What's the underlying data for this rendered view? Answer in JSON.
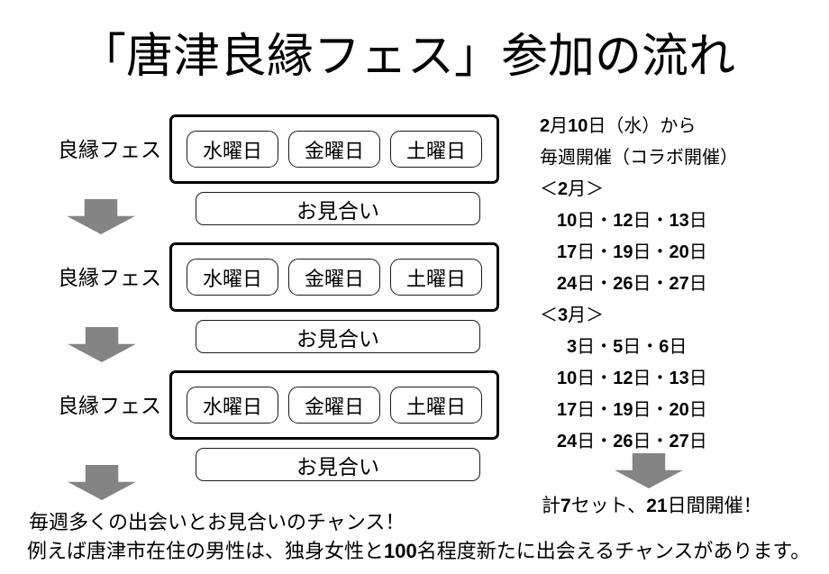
{
  "title": "「唐津良縁フェス」参加の流れ",
  "flow": {
    "blocks": [
      {
        "label": "良縁フェス",
        "days": [
          "水曜日",
          "金曜日",
          "土曜日"
        ],
        "matchmaking_label": "お見合い"
      },
      {
        "label": "良縁フェス",
        "days": [
          "水曜日",
          "金曜日",
          "土曜日"
        ],
        "matchmaking_label": "お見合い"
      },
      {
        "label": "良縁フェス",
        "days": [
          "水曜日",
          "金曜日",
          "土曜日"
        ],
        "matchmaking_label": "お見合い"
      }
    ]
  },
  "schedule": {
    "start_note": "2月10日（水）から",
    "frequency_note": "毎週開催（コラボ開催）",
    "feb_header": "＜2月＞",
    "feb_dates": [
      "10日・12日・13日",
      "17日・19日・20日",
      "24日・26日・27日"
    ],
    "mar_header": "＜3月＞",
    "mar_dates": [
      "3日・5日・6日",
      "10日・12日・13日",
      "17日・19日・20日",
      "24日・26日・27日"
    ],
    "total_note": "計7セット、21日間開催！"
  },
  "conclusion": {
    "line1": "毎週多くの出会いとお見合いのチャンス！",
    "line2": "例えば唐津市在住の男性は、独身女性と100名程度新たに出会えるチャンスがあります。"
  },
  "icons": {
    "down_arrow": "block-arrow-down"
  },
  "colors": {
    "arrow_gray": "#848484",
    "box_border": "#000000",
    "text": "#000000",
    "background": "#ffffff"
  }
}
